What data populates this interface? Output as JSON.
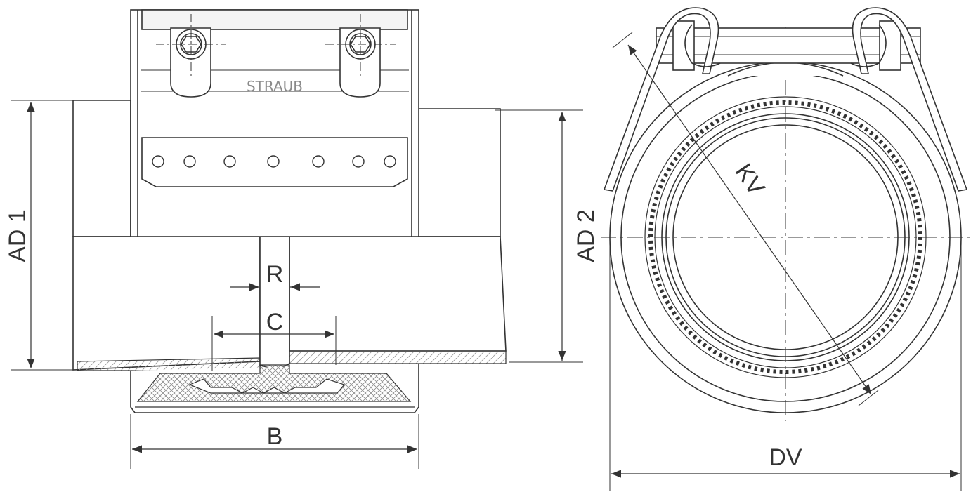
{
  "brand": "STRAUB",
  "labels": {
    "ad1": "AD 1",
    "ad2": "AD 2",
    "r": "R",
    "c": "C",
    "b": "B",
    "kv": "KV",
    "dv": "DV"
  },
  "colors": {
    "line": "#333333",
    "light": "#8a8a8a",
    "fill": "#f4f4f4",
    "hatch": "#9a9a9a"
  }
}
